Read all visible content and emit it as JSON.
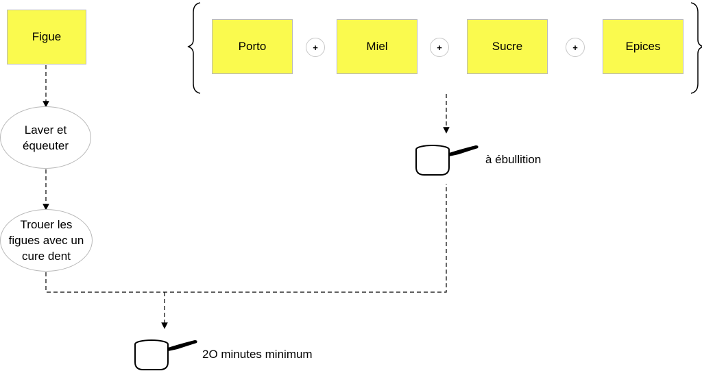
{
  "nodes": {
    "figue": "Figue",
    "laver": "Laver et\néqueuter",
    "trouer": "Trouer les\nfigues avec un\ncure dent",
    "porto": "Porto",
    "miel": "Miel",
    "sucre": "Sucre",
    "epices": "Epices"
  },
  "operators": {
    "plus": "+"
  },
  "labels": {
    "boiling": "à ébullition",
    "cooking": "2O minutes minimum"
  },
  "icons": [
    "saucepan-icon",
    "saucepan-icon"
  ],
  "colors": {
    "box_fill": "#fafa4e",
    "line": "#000000",
    "border": "#b8b8b8"
  }
}
